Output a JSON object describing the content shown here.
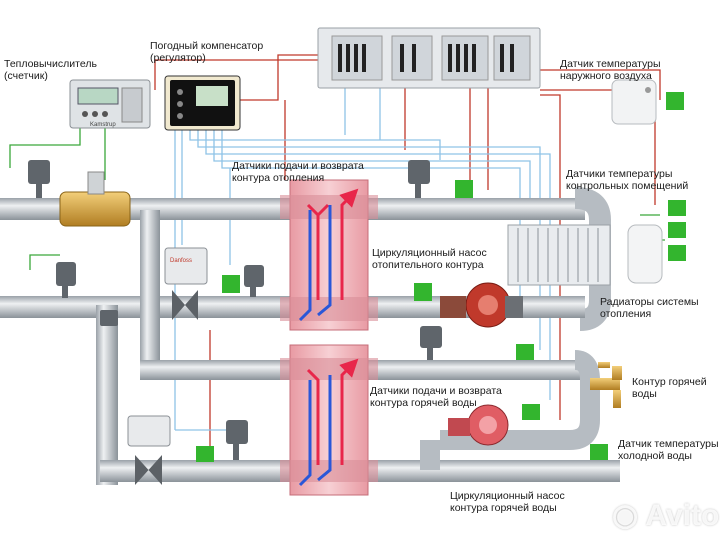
{
  "labels": {
    "heat_meter": "Тепловычислитель\n(счетчик)",
    "weather_comp": "Погодный компенсатор\n(регулятор)",
    "outdoor_sensor": "Датчик температуры\nнаружного воздуха",
    "room_sensors": "Датчики температуры\nконтрольных помещений",
    "heating_sensors": "Датчики подачи и возврата\nконтура отопления",
    "heating_pump": "Циркуляционный насос\nотопительного контура",
    "radiators": "Радиаторы системы\nотопления",
    "hot_water_circuit": "Контур горячей\nводы",
    "dhw_sensors": "Датчики подачи и возврата\nконтура горячей воды",
    "cold_water_sensor": "Датчик температуры\nхолодной воды",
    "dhw_pump": "Циркуляционный насос\nконтура горячей воды"
  },
  "device_text": {
    "meter_brand": "Kamstrup",
    "valve_brand": "Danfoss"
  },
  "watermark": "Avito",
  "colors": {
    "pipe": "#c9ced3",
    "pipe_dark": "#8c949b",
    "sensor_green": "#33b52e",
    "wire_red": "#c0392b",
    "wire_blue": "#8fc3e6",
    "wire_green": "#3aa83a",
    "exchanger": "#f2b7bd",
    "arrow_red": "#e8264a",
    "arrow_blue": "#2a57d8",
    "brass": "#d9a441",
    "pump_red": "#c0392b"
  }
}
